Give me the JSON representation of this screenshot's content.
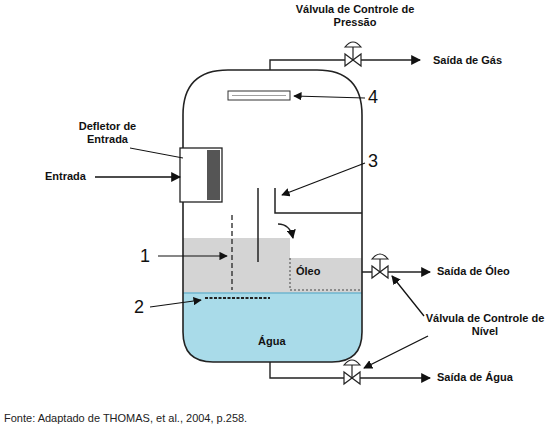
{
  "diagram": {
    "caption": "Fonte: Adaptado de THOMAS, et al., 2004, p.258.",
    "labels": [
      "Válvula de Controle de Pressão",
      "Saída de Gás",
      "4",
      "Defletor de Entrada",
      "Entrada",
      "3",
      "1",
      "Óleo",
      "Saída de Óleo",
      "Válvula de Controle de Nível",
      "2",
      "Água",
      "Saída de Água"
    ]
  }
}
